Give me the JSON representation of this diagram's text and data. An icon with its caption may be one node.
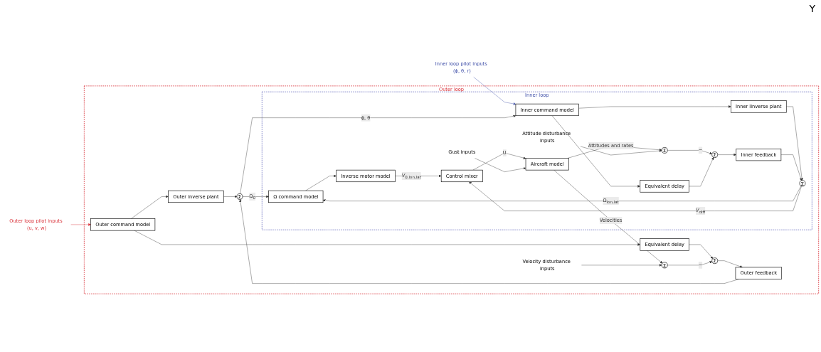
{
  "diagram": {
    "nodes": [
      {
        "text": [
          "Outer loop"
        ]
      },
      {
        "text": [
          "Outer loop pilot inputs (u, v, w)"
        ]
      },
      {
        "text": [
          "Inner loop pilot inputs (ϕ, θ, r)"
        ]
      },
      {
        "text": [
          "Outer command model"
        ],
        "in": 0
      },
      {
        "text": [
          "Outer inverse plant"
        ],
        "in": 0
      },
      {
        "text": [
          "Σ"
        ],
        "in": 0
      },
      {
        "text": [
          "Equivalent delay"
        ],
        "in": 0
      },
      {
        "text": [
          "Outer feedback"
        ],
        "in": 0
      },
      {
        "text": [
          "Σ"
        ],
        "in": 0
      },
      {
        "text": [
          "Inner loop"
        ],
        "in": 0
      },
      {
        "text": [
          "Inner command model"
        ],
        "in": 9
      },
      {
        "text": [
          "Inner linverse plant"
        ],
        "in": 9
      },
      {
        "text": [
          "Σ"
        ],
        "in": 9
      },
      {
        "text": [
          "Ω command model"
        ],
        "in": 9
      },
      {
        "text": [
          "Inverse motor model"
        ],
        "in": 9
      },
      {
        "text": [
          "Control mixer"
        ],
        "in": 9
      },
      {
        "text": [
          "Aircraft model"
        ],
        "in": 9
      },
      {
        "text": [
          "Equivalent delay"
        ],
        "in": 9
      },
      {
        "text": [
          "Inner feedback"
        ],
        "in": 9
      },
      {
        "text": [
          "Σ"
        ],
        "in": 9
      },
      {
        "text": [
          "Σ"
        ],
        "in": 9
      },
      {
        "text": [
          "Attitude disturbance inputs"
        ],
        "in": 9
      },
      {
        "text": [
          "Gust inputs"
        ],
        "in": 9
      },
      {
        "text": [
          "Σ"
        ],
        "in": 0
      },
      {
        "text": [
          "Velocity disturbance inputs"
        ],
        "in": 0
      }
    ],
    "edges": [
      {
        "from": 1,
        "to": 3,
        "arrow": "to",
        "color": "#d9333a"
      },
      {
        "from": 2,
        "to": 10,
        "arrow": "to",
        "color": "#3f4fa8"
      },
      {
        "from": 3,
        "to": 4,
        "arrow": "to"
      },
      {
        "from": 3,
        "to": 6,
        "arrow": "to"
      },
      {
        "from": 4,
        "to": 5,
        "arrow": "to"
      },
      {
        "from": 5,
        "to": 13,
        "arrow": "to",
        "label": "Ω$_{0}$"
      },
      {
        "from": 5,
        "to": 10,
        "arrow": "to",
        "label": "ϕ, θ"
      },
      {
        "from": 7,
        "to": 5,
        "arrow": "to"
      },
      {
        "from": 8,
        "to": 7,
        "arrow": "to"
      },
      {
        "from": 6,
        "to": 8,
        "arrow": "to"
      },
      {
        "from": 10,
        "to": 11,
        "arrow": "to"
      },
      {
        "from": 10,
        "to": 17,
        "arrow": "to"
      },
      {
        "from": 11,
        "to": 12,
        "arrow": "to"
      },
      {
        "from": 18,
        "to": 12,
        "arrow": "to"
      },
      {
        "from": 12,
        "to": 13,
        "arrow": "to",
        "label": "Ω$_{lon,lat}$"
      },
      {
        "from": 12,
        "to": 15,
        "arrow": "to",
        "label": "*V*$_{diff}$"
      },
      {
        "from": 13,
        "to": 14,
        "arrow": "to"
      },
      {
        "from": 14,
        "to": 15,
        "arrow": "to",
        "label": "*V*$_{0,lon,lat}$"
      },
      {
        "from": 15,
        "to": 16,
        "arrow": "to",
        "label": "U"
      },
      {
        "from": 22,
        "to": 16,
        "arrow": "to"
      },
      {
        "from": 16,
        "to": 20,
        "arrow": "to",
        "label": "Attitudes and rates"
      },
      {
        "from": 16,
        "to": 23,
        "arrow": "to",
        "label": "Velocities"
      },
      {
        "from": 21,
        "to": 20,
        "arrow": "to"
      },
      {
        "from": 20,
        "to": 19,
        "arrow": "to",
        "label": "−"
      },
      {
        "from": 17,
        "to": 19,
        "arrow": "to"
      },
      {
        "from": 19,
        "to": 18,
        "arrow": "to"
      },
      {
        "from": 24,
        "to": 23,
        "arrow": "to"
      },
      {
        "from": 23,
        "to": 8,
        "arrow": "to",
        "label": "−"
      }
    ],
    "labels": [
      "Y"
    ]
  }
}
